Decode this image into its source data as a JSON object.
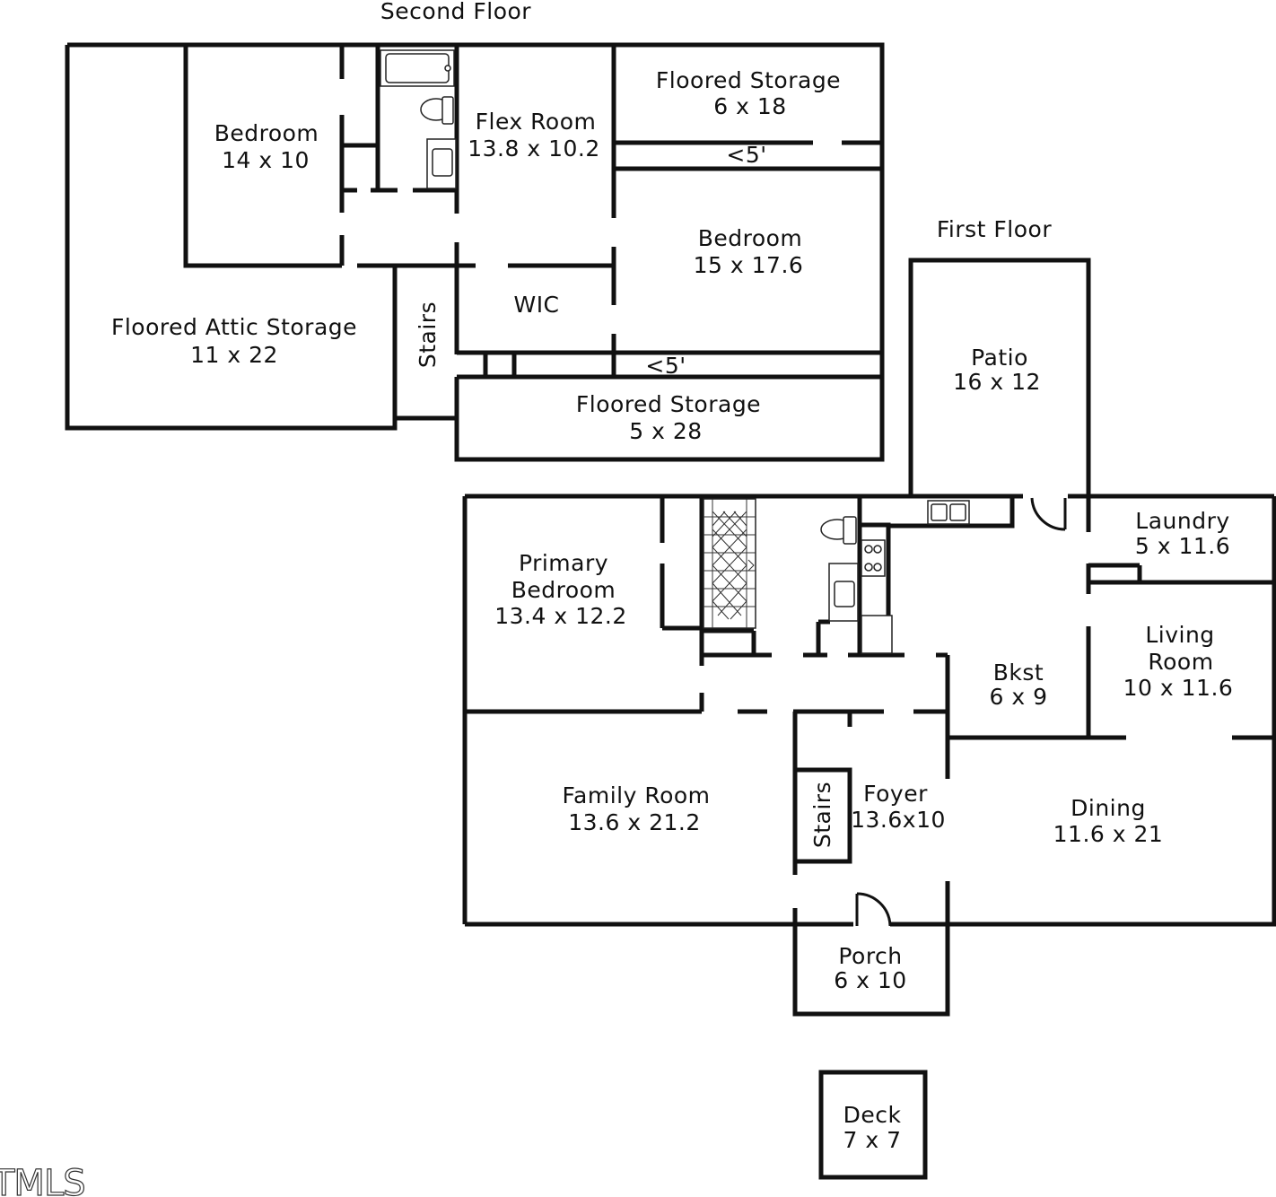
{
  "floors": {
    "second": "Second Floor",
    "first": "First Floor"
  },
  "rooms": {
    "bedroom_a": {
      "name": "Bedroom",
      "size": "14 x 10"
    },
    "flex_room": {
      "name": "Flex Room",
      "size": "13.8 x 10.2"
    },
    "floored_storage_a": {
      "name": "Floored Storage",
      "size": "6 x 18"
    },
    "note_a": "<5'",
    "bedroom_b": {
      "name": "Bedroom",
      "size": "15 x 17.6"
    },
    "attic_storage": {
      "name": "Floored Attic Storage",
      "size": "11 x 22"
    },
    "stairs_upper": "Stairs",
    "wic": "WIC",
    "note_b": "<5'",
    "floored_storage_b": {
      "name": "Floored Storage",
      "size": "5 x 28"
    },
    "patio": {
      "name": "Patio",
      "size": "16 x 12"
    },
    "laundry": {
      "name": "Laundry",
      "size": "5 x 11.6"
    },
    "primary_bedroom": {
      "line1": "Primary",
      "line2": "Bedroom",
      "size": "13.4 x 12.2"
    },
    "bkst": {
      "name": "Bkst",
      "size": "6 x 9"
    },
    "living_room": {
      "line1": "Living",
      "line2": "Room",
      "size": "10 x 11.6"
    },
    "family_room": {
      "name": "Family Room",
      "size": "13.6 x 21.2"
    },
    "stairs_lower": "Stairs",
    "foyer": {
      "name": "Foyer",
      "size": "13.6x10"
    },
    "dining": {
      "name": "Dining",
      "size": "11.6 x 21"
    },
    "porch": {
      "name": "Porch",
      "size": "6 x 10"
    },
    "deck": {
      "name": "Deck",
      "size": "7 x 7"
    }
  },
  "logo": "TMLS"
}
